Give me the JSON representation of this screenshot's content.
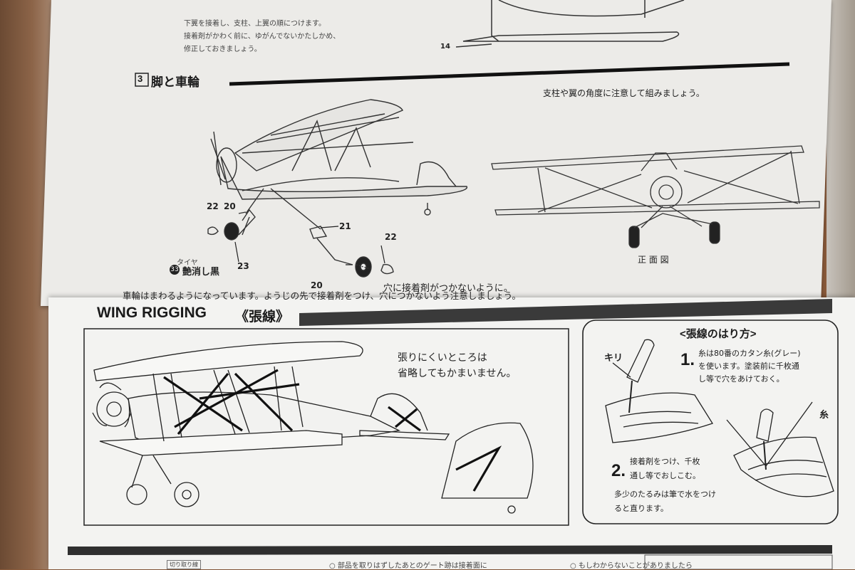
{
  "top_notes": {
    "line1": "下翼を接着し、支柱、上翼の順につけます。",
    "line2": "接着剤がかわく前に、ゆがんでないかたしかめ、",
    "line3": "修正しておきましょう。",
    "part_14": "14"
  },
  "section3": {
    "number": "3",
    "title": "脚と車輪",
    "note_angle": "支柱や翼の角度に注意して組みましょう。",
    "front_view": "正 面 図",
    "tire_label": "タイヤ",
    "paint_code": "33",
    "paint_name": "艶消し黒",
    "parts": {
      "p22a": "22",
      "p20a": "20",
      "p23": "23",
      "p21": "21",
      "p22b": "22",
      "p20b": "20"
    },
    "hole_note": "穴に接着剤がつかないように。",
    "wheel_note": "車輪はまわるようになっています。ようじの先で接着剤をつけ、穴につかないよう注意しましょう。"
  },
  "rigging": {
    "title_en": "WING RIGGING",
    "title_jp": "《張線》",
    "note_line1": "張りにくいところは",
    "note_line2": "省略してもかまいません。",
    "howto_title": "<張線のはり方>",
    "kiri_label": "キリ",
    "ito_label": "糸",
    "step1_num": "1.",
    "step1_line1": "糸は80番のカタン糸(グレー)",
    "step1_line2": "を使います。塗装前に千枚通",
    "step1_line3": "し等で穴をあけておく。",
    "step2_num": "2.",
    "step2_line1": "接着剤をつけ、千枚",
    "step2_line2": "通し等でおしこむ。",
    "step2_line3": "多少のたるみは筆で水をつけ",
    "step2_line4": "ると直ります。"
  },
  "footer": {
    "cut_line": "切り取り線",
    "fragment1": "○ 部品を取りはずしたあとのゲート跡は接着面に",
    "fragment2": "○ もしわからないことがありましたら"
  }
}
